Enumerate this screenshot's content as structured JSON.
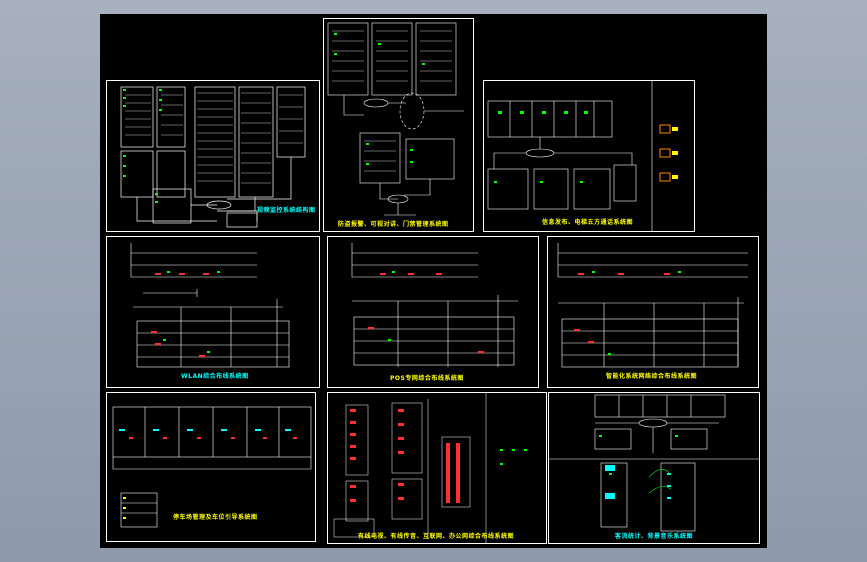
{
  "drawing": {
    "panels": [
      {
        "id": "p1",
        "title": "视频监控系统结构图",
        "title_color": "#00ffff"
      },
      {
        "id": "p2",
        "title": "防盗报警、可视对讲、门禁管理系统图",
        "title_color": "#ffff00"
      },
      {
        "id": "p3",
        "title": "信息发布、电梯五方通话系统图",
        "title_color": "#ffff00"
      },
      {
        "id": "p4",
        "title": "WLAN综合布线系统图",
        "title_color": "#00ffff"
      },
      {
        "id": "p5",
        "title": "POS专网综合布线系统图",
        "title_color": "#ffff00"
      },
      {
        "id": "p6",
        "title": "智能化系统网络综合布线系统图",
        "title_color": "#ffff00"
      },
      {
        "id": "p7",
        "title": "停车场管理及车位引导系统图",
        "title_color": "#ffff00"
      },
      {
        "id": "p8",
        "title": "有线电视、有线传音、互联网、办公网综合布线系统图",
        "title_color": "#ffff00"
      },
      {
        "id": "p9",
        "title": "客流统计、背景音乐系统图",
        "title_color": "#00ffff"
      }
    ],
    "colors": {
      "line_white": "#ffffff",
      "line_green": "#00ff00",
      "line_red": "#ff3030",
      "line_cyan": "#00ffff",
      "line_yellow": "#ffff00",
      "frame_bg": "#000000",
      "screen_bg": "#94a0b0"
    }
  }
}
